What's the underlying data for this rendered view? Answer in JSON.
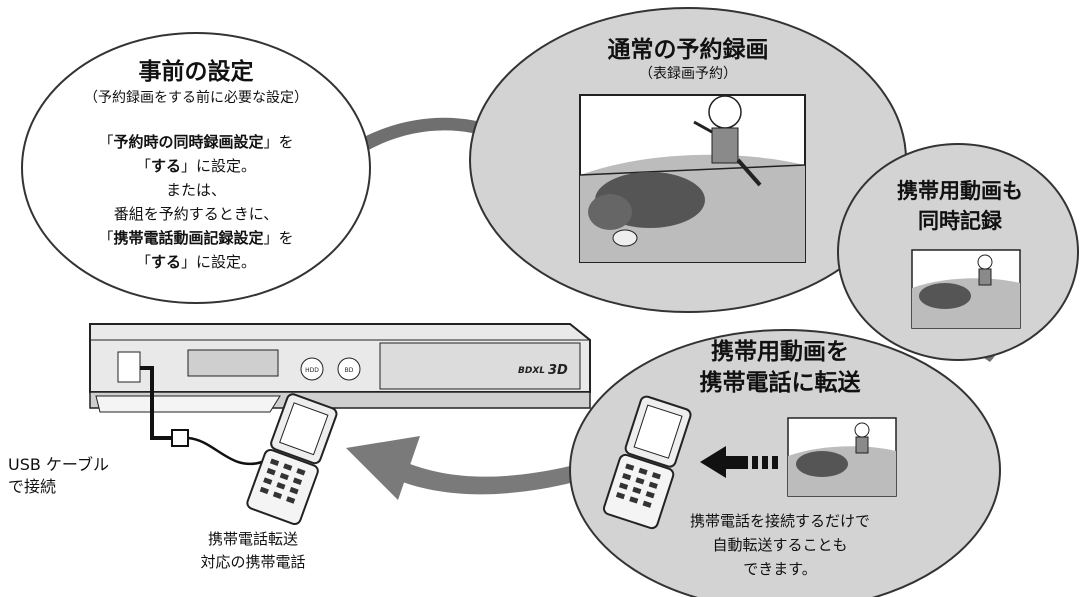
{
  "pre_settings": {
    "title": "事前の設定",
    "subtitle": "（予約録画をする前に必要な設定）",
    "line1_open": "「",
    "line1_bold": "予約時の同時録画設定",
    "line1_close": "」を",
    "line2_open": "「",
    "line2_bold": "する",
    "line2_close": "」に設定。",
    "line3": "または、",
    "line4": "番組を予約するときに、",
    "line5_open": "「",
    "line5_bold": "携帯電話動画記録設定",
    "line5_close": "」を",
    "line6_open": "「",
    "line6_bold": "する",
    "line6_close": "」に設定。"
  },
  "normal_recording": {
    "title": "通常の予約録画",
    "subtitle": "（表録画予約）"
  },
  "mobile_video_recording": {
    "line1": "携帯用動画も",
    "line2": "同時記録"
  },
  "transfer": {
    "title_line1": "携帯用動画を",
    "title_line2": "携帯電話に転送",
    "note_line1": "携帯電話を接続するだけで",
    "note_line2": "自動転送することも",
    "note_line3": "できます。"
  },
  "usb": {
    "line1": "USB ケーブル",
    "line2": "で接続"
  },
  "phone_caption": {
    "line1": "携帯電話転送",
    "line2": "対応の携帯電話"
  },
  "recorder": {
    "brand_mark": "BDXL",
    "disc_mark": "3D",
    "button_left": "HDD",
    "button_right": "BD"
  },
  "colors": {
    "bubble_fill": "#d3d3d3",
    "bubble_stroke": "#333333",
    "arrow_fill": "#7a7a7a"
  }
}
